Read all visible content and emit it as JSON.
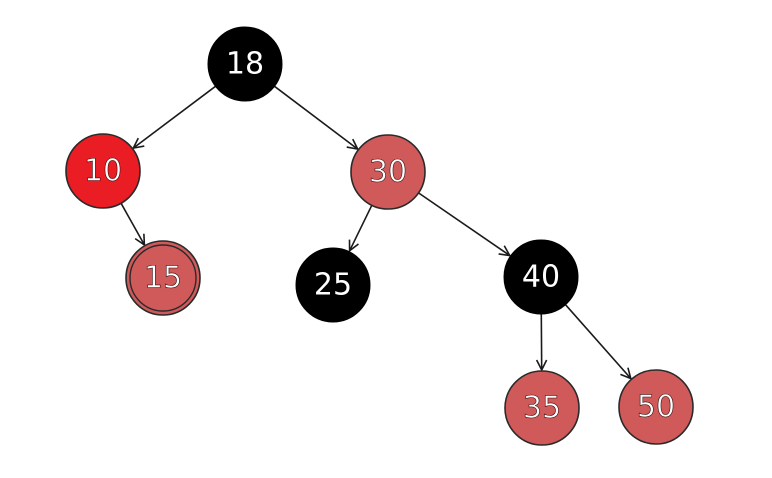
{
  "colors": {
    "black": "#000000",
    "bright_red": "#ea1c24",
    "muted_red": "#d05a5a",
    "outline": "#2a2a2a",
    "text": "#ffffff",
    "edge": "#1a1a1a"
  },
  "tree": {
    "nodes": [
      {
        "id": "n18",
        "value": "18",
        "color": "black"
      },
      {
        "id": "n10",
        "value": "10",
        "color": "bright_red"
      },
      {
        "id": "n30",
        "value": "30",
        "color": "muted_red"
      },
      {
        "id": "n15",
        "value": "15",
        "color": "muted_red"
      },
      {
        "id": "n25",
        "value": "25",
        "color": "black"
      },
      {
        "id": "n40",
        "value": "40",
        "color": "black"
      },
      {
        "id": "n35",
        "value": "35",
        "color": "muted_red"
      },
      {
        "id": "n50",
        "value": "50",
        "color": "muted_red"
      }
    ],
    "edges": [
      {
        "from": "n18",
        "to": "n10"
      },
      {
        "from": "n18",
        "to": "n30"
      },
      {
        "from": "n10",
        "to": "n15"
      },
      {
        "from": "n30",
        "to": "n25"
      },
      {
        "from": "n30",
        "to": "n40"
      },
      {
        "from": "n40",
        "to": "n35"
      },
      {
        "from": "n40",
        "to": "n50"
      }
    ]
  }
}
